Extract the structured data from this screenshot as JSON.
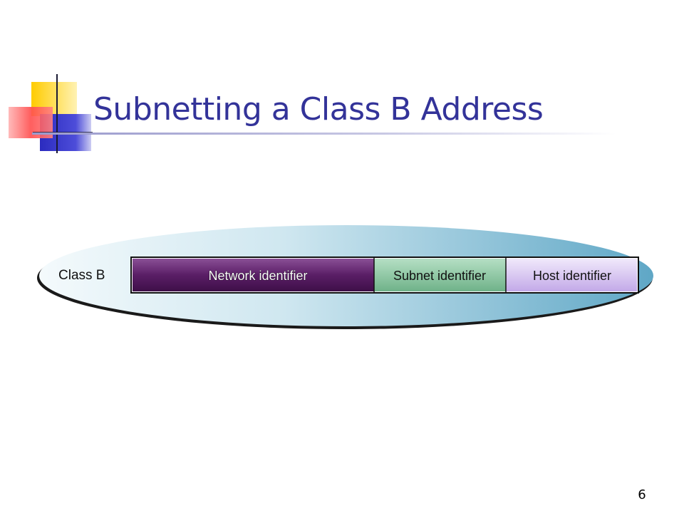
{
  "slide": {
    "title": "Subnetting a Class B Address",
    "page_number": "6"
  },
  "diagram": {
    "class_label": "Class B",
    "segments": [
      {
        "label": "Network identifier",
        "color": "#5a1e66"
      },
      {
        "label": "Subnet identifier",
        "color": "#8fc9a3"
      },
      {
        "label": "Host identifier",
        "color": "#d9c8f0"
      }
    ]
  },
  "colors": {
    "title": "#333399",
    "decor_yellow": "#ffcc00",
    "decor_blue": "#3333cc",
    "decor_red": "#ff6666",
    "ellipse_light": "#e8f4f8",
    "ellipse_dark": "#6aaecb"
  }
}
